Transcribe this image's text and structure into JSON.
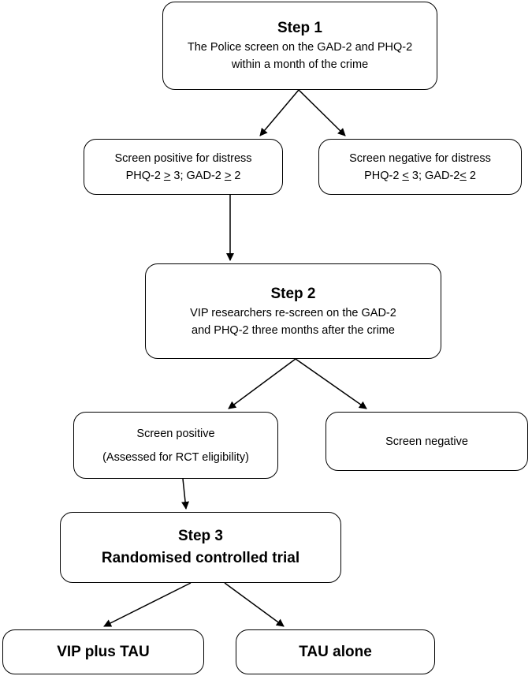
{
  "step1": {
    "title": "Step 1",
    "lines": [
      "The Police screen on the GAD-2 and PHQ-2",
      "within a month of the crime"
    ]
  },
  "positive_distress": {
    "line1": "Screen positive for distress",
    "phq_prefix": "PHQ-2 ",
    "phq_op": ">",
    "phq_val": " 3; GAD-2 ",
    "gad_op": ">",
    "gad_val": " 2"
  },
  "negative_distress": {
    "line1": "Screen negative for distress",
    "phq_prefix": "PHQ-2 ",
    "phq_op": "<",
    "phq_val": " 3; GAD-2",
    "gad_op": "<",
    "gad_val": " 2"
  },
  "step2": {
    "title": "Step 2",
    "lines": [
      "VIP researchers re-screen on the GAD-2",
      "and PHQ-2 three months after the crime"
    ]
  },
  "screen_positive": {
    "line1": "Screen positive",
    "line2": "(Assessed for RCT eligibility)"
  },
  "screen_negative": {
    "label": "Screen negative"
  },
  "step3": {
    "title": "Step 3",
    "subtitle": "Randomised controlled trial"
  },
  "vip_tau": {
    "label": "VIP plus TAU"
  },
  "tau_alone": {
    "label": "TAU alone"
  }
}
